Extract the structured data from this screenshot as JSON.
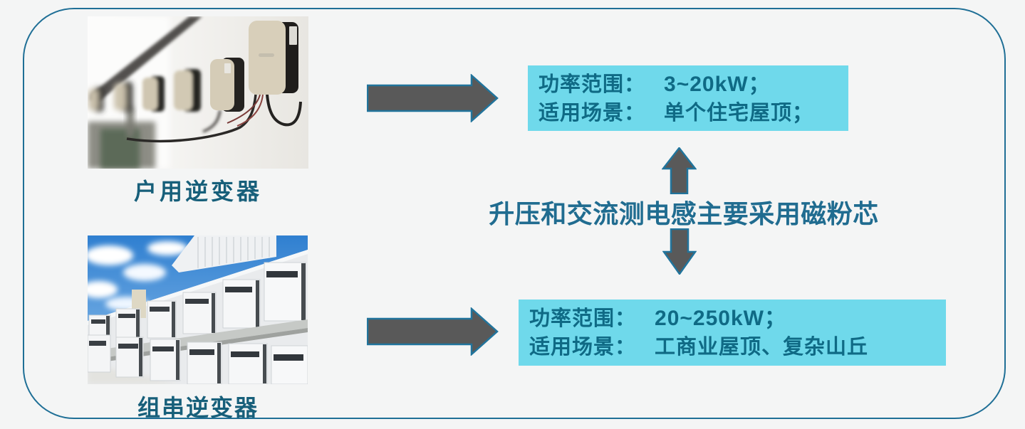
{
  "center_note": "升压和交流测电感主要采用磁粉芯",
  "sections": {
    "household": {
      "caption": "户用逆变器",
      "power_label": "功率范围：",
      "power_value": "3~20kW；",
      "scene_label": "适用场景：",
      "scene_value": "单个住宅屋顶；"
    },
    "string_inverter": {
      "caption": "组串逆变器",
      "power_label": "功率范围：",
      "power_value": "20~250kW；",
      "scene_label": "适用场景：",
      "scene_value": "工商业屋顶、复杂山丘"
    }
  },
  "icons": {
    "right_arrow": "block-arrow-right",
    "up_arrow": "block-arrow-up",
    "down_arrow": "block-arrow-down"
  },
  "colors": {
    "background": "#f4f5f5",
    "frame_border": "#1f6f96",
    "callout_bg": "#6fd9eb",
    "callout_text": "#0f6a85",
    "caption_text": "#175f7a",
    "center_note_text": "#206c90",
    "arrow_fill": "#595959",
    "arrow_stroke": "#21749c"
  }
}
